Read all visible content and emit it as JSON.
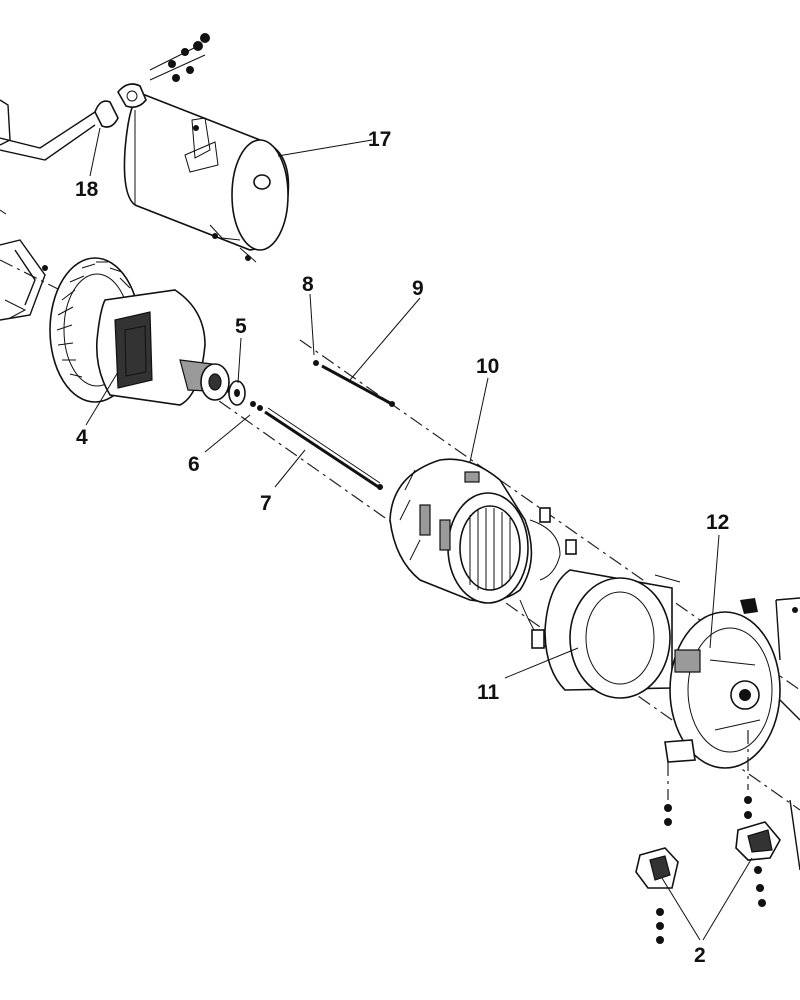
{
  "callouts": {
    "c2": "2",
    "c4": "4",
    "c5": "5",
    "c6": "6",
    "c7": "7",
    "c8": "8",
    "c9": "9",
    "c10": "10",
    "c11": "11",
    "c12": "12",
    "c17": "17",
    "c18": "18"
  }
}
